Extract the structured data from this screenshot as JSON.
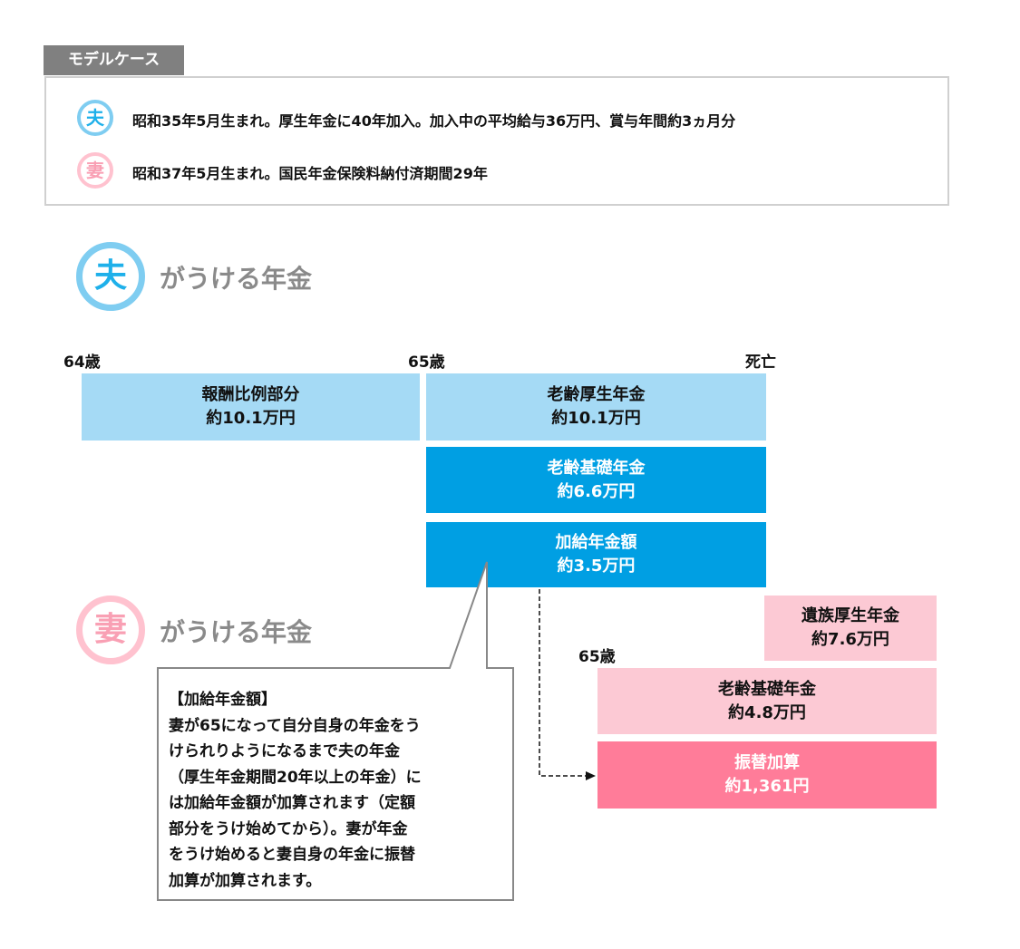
{
  "model_case": {
    "tag": "モデルケース",
    "husband": {
      "icon": "夫",
      "text": "昭和35年5月生まれ。厚生年金に40年加入。加入中の平均給与36万円、賞与年間約3ヵ月分"
    },
    "wife": {
      "icon": "妻",
      "text": "昭和37年5月生まれ。国民年金保険料納付済期間29年"
    }
  },
  "husband_section": {
    "icon": "夫",
    "title": "がうける年金",
    "ages": [
      "64歳",
      "65歳",
      "死亡"
    ],
    "bars": [
      {
        "name": "報酬比例部分",
        "amount": "約10.1万円"
      },
      {
        "name": "老齢厚生年金",
        "amount": "約10.1万円"
      },
      {
        "name": "老齢基礎年金",
        "amount": "約6.6万円"
      },
      {
        "name": "加給年金額",
        "amount": "約3.5万円"
      }
    ]
  },
  "wife_section": {
    "icon": "妻",
    "title": "がうける年金",
    "age": "65歳",
    "bars": [
      {
        "name": "遺族厚生年金",
        "amount": "約7.6万円"
      },
      {
        "name": "老齢基礎年金",
        "amount": "約4.8万円"
      },
      {
        "name": "振替加算",
        "amount": "約1,361円"
      }
    ]
  },
  "callout": {
    "title": "【加給年金額】",
    "lines": [
      "妻が65になって自分自身の年金をう",
      "けられりようになるまで夫の年金",
      "（厚生年金期間20年以上の年金）に",
      "は加給年金額が加算されます（定額",
      "部分をうけ始めてから）。妻が年金",
      "をうけ始めると妻自身の年金に振替",
      "加算が加算されます。"
    ]
  },
  "colors": {
    "light_blue": "#a5daf5",
    "blue": "#009fe3",
    "light_pink": "#fcc9d4",
    "pink": "#ff7c99"
  }
}
